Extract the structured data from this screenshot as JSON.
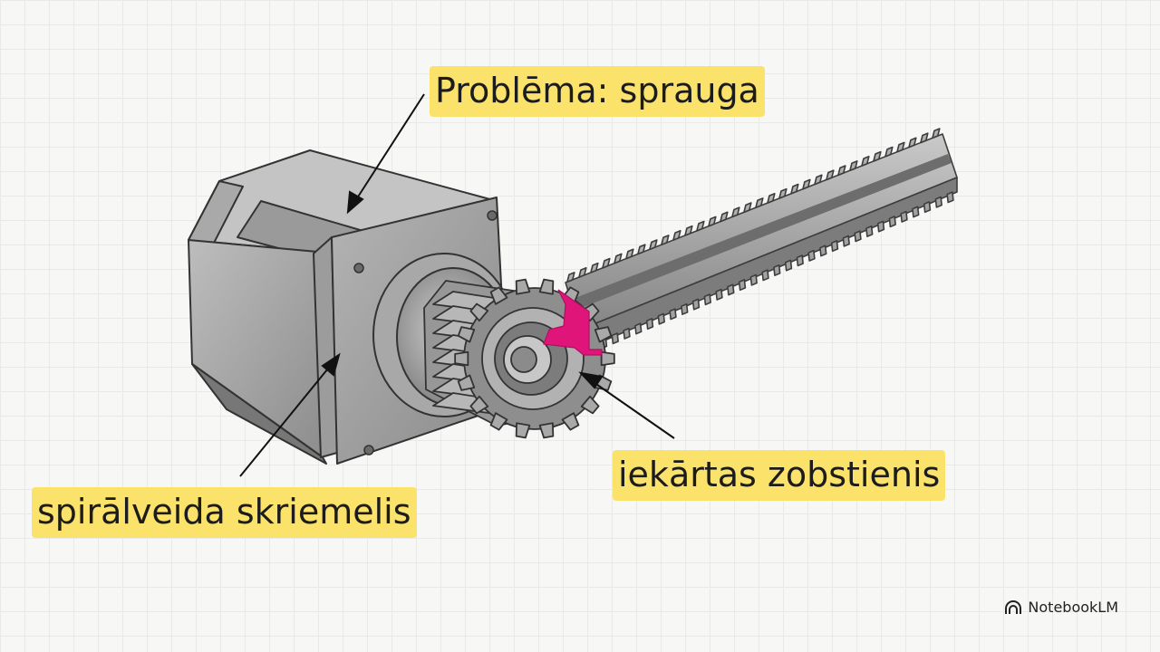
{
  "labels": {
    "problem": "Problēma: sprauga",
    "helical_pulley": "spirālveida skriemelis",
    "machine_rack": "iekārtas zobstienis"
  },
  "brand": {
    "name": "NotebookLM",
    "icon": "notebooklm-logo-icon"
  },
  "colors": {
    "label_background": "#fbe26a",
    "gap_highlight": "#e0157a",
    "metal": "#a4a4a4",
    "grid": "#e9e9e7"
  }
}
